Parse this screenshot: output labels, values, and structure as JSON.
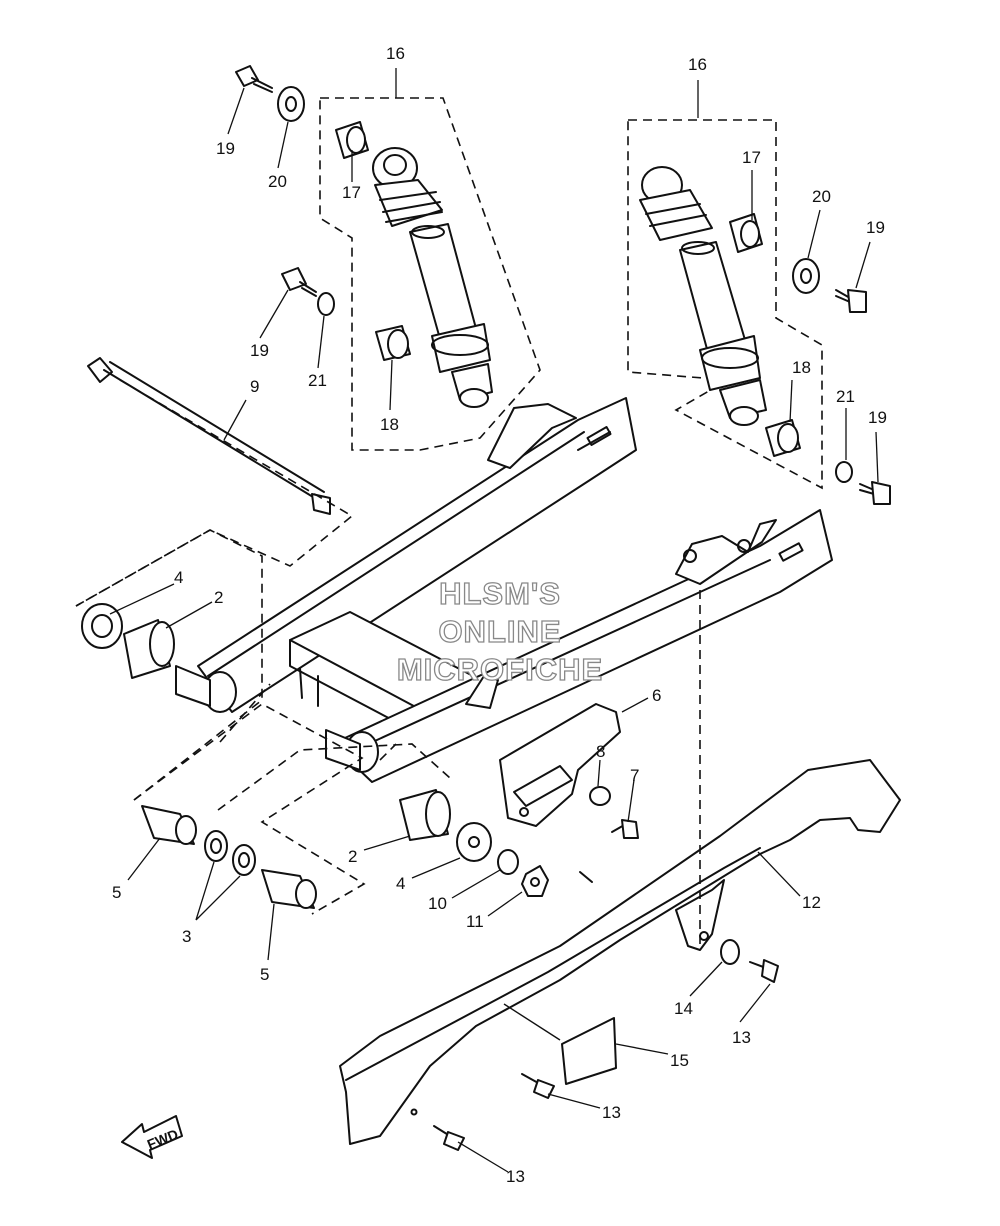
{
  "watermark": {
    "line1": "HLSM'S",
    "line2": "ONLINE",
    "line3": "MICROFICHE"
  },
  "direction_badge": {
    "label": "FWD",
    "icon": "forward-arrow-icon"
  },
  "callouts": {
    "c2a": "2",
    "c2b": "2",
    "c3": "3",
    "c4a": "4",
    "c4b": "4",
    "c5a": "5",
    "c5b": "5",
    "c6": "6",
    "c7": "7",
    "c8": "8",
    "c9": "9",
    "c10": "10",
    "c11": "11",
    "c12": "12",
    "c13a": "13",
    "c13b": "13",
    "c13c": "13",
    "c14": "14",
    "c15": "15",
    "c16a": "16",
    "c16b": "16",
    "c17a": "17",
    "c17b": "17",
    "c18a": "18",
    "c18b": "18",
    "c19a": "19",
    "c19b": "19",
    "c19c": "19",
    "c19d": "19",
    "c20a": "20",
    "c20b": "20",
    "c21a": "21",
    "c21b": "21"
  },
  "colors": {
    "line": "#111111",
    "background": "#ffffff",
    "watermark_outline": "#888888"
  }
}
